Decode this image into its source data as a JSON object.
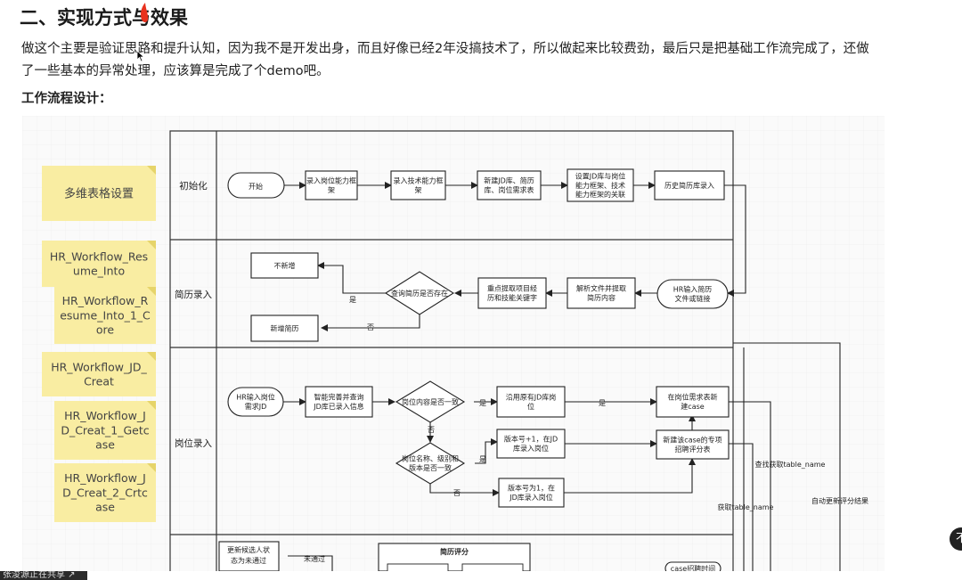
{
  "article": {
    "heading": "二、实现方式与效果",
    "paragraph_line1": "做这个主要是验证思路和提升认知，因为我不是开发出身，而且好像已经2年没搞技术了，所以做起来比较费劲，最后只是把基础工作流完成了，还做",
    "paragraph_line2": "了一些基本的异常处理，应该算是完成了个demo吧。",
    "subheading": "工作流程设计："
  },
  "diagram": {
    "sticky_notes": [
      "多维表格设置",
      "HR_Workflow_Res|ume_Into",
      "HR_Workflow_R|esume_Into_1_C|ore",
      "HR_Workflow_JD_|Creat",
      "HR_Workflow_J|D_Creat_1_Getc|ase",
      "HR_Workflow_J|D_Creat_2_Crtc|ase"
    ],
    "lanes": [
      "初始化",
      "简历录入",
      "岗位录入"
    ],
    "init": {
      "start": "开始",
      "steps": [
        "录入岗位能力框|架",
        "录入技术能力框|架",
        "新建JD库、简历|库、岗位需求表",
        "设置JD库与岗位|能力框架、技术|能力框架的关联",
        "历史简历库录入"
      ]
    },
    "resume": {
      "input": "HR输入简历|文件或链接",
      "parse": "解析文件并提取|简历内容",
      "extract": "重点提取项目经|历和技能关键字",
      "decision": "查询简历是否存在",
      "yes_label": "是",
      "no_label": "否",
      "no_add": "不新增",
      "add_new": "新增简历"
    },
    "job": {
      "input": "HR输入岗位|需求JD",
      "query": "智能完善并查询|JD库已录入信息",
      "decision1": "岗位内容是否一致",
      "use_existing": "沿用原有JD库岗|位",
      "version_plus": "版本号+1，在JD|库录入岗位",
      "decision2": "岗位名称、级别和|版本是否一致",
      "version_one": "版本号为1，在|JD库录入岗位",
      "create_case": "在岗位需求表新|建case",
      "new_case": "新建该case的专项|招聘评分表",
      "yes": "是",
      "no": "否",
      "label_find_table": "查找获取table_name",
      "label_get_table": "获取table_name",
      "label_auto_update": "自动更新评分结果"
    },
    "bottom": {
      "update_status": "更新候选人状|态为未通过",
      "not_passed": "未通过",
      "resume_score": "简历评分",
      "case_partial": "case招聘时间"
    }
  },
  "ui": {
    "bottom_bar_text": "张浚源正在共享 ↗",
    "fab_glyph": "不"
  },
  "colors": {
    "sticky": "#f9eda2",
    "sticky_text": "#444444",
    "red_mark": "#e8321e"
  }
}
